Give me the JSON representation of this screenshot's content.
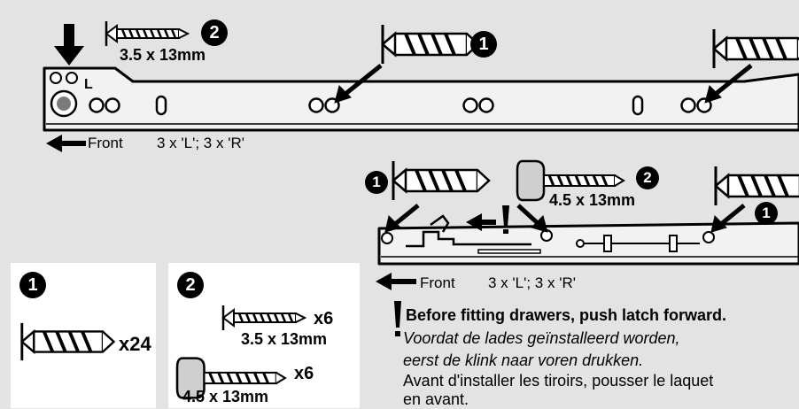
{
  "colors": {
    "background": "#e3e3e3",
    "panel": "#ffffff",
    "part": "#f2f2f2",
    "ink": "#000000",
    "hole": "#7a7a7a"
  },
  "screw_a": {
    "badge": "1",
    "icon": "countersunk-wood-screw-icon"
  },
  "screw_b": {
    "badge": "2",
    "size": "3.5 x 13mm",
    "icon": "countersunk-wood-screw-icon"
  },
  "screw_c": {
    "badge": "2",
    "size": "4.5 x 13mm",
    "icon": "pan-head-screw-icon"
  },
  "rail_top": {
    "side_mark": "L",
    "front_label": "Front",
    "qty_label": "3 x 'L'; 3 x 'R'"
  },
  "rail_bottom": {
    "front_label": "Front",
    "qty_label": "3 x 'L'; 3 x 'R'"
  },
  "parts_box_1": {
    "badge": "1",
    "qty": "x24"
  },
  "parts_box_2": {
    "badge": "2",
    "qty_a": "x6",
    "size_a": "3.5 x 13mm",
    "qty_b": "x6",
    "size_b": "4.5 x 13mm"
  },
  "warning": {
    "en": "Before fitting drawers, push latch forward.",
    "nl_1": "Voordat de lades geïnstalleerd worden,",
    "nl_2": "eerst de klink naar voren drukken.",
    "fr_1": "Avant d'installer les tiroirs, pousser le laquet",
    "fr_2": "en avant."
  }
}
